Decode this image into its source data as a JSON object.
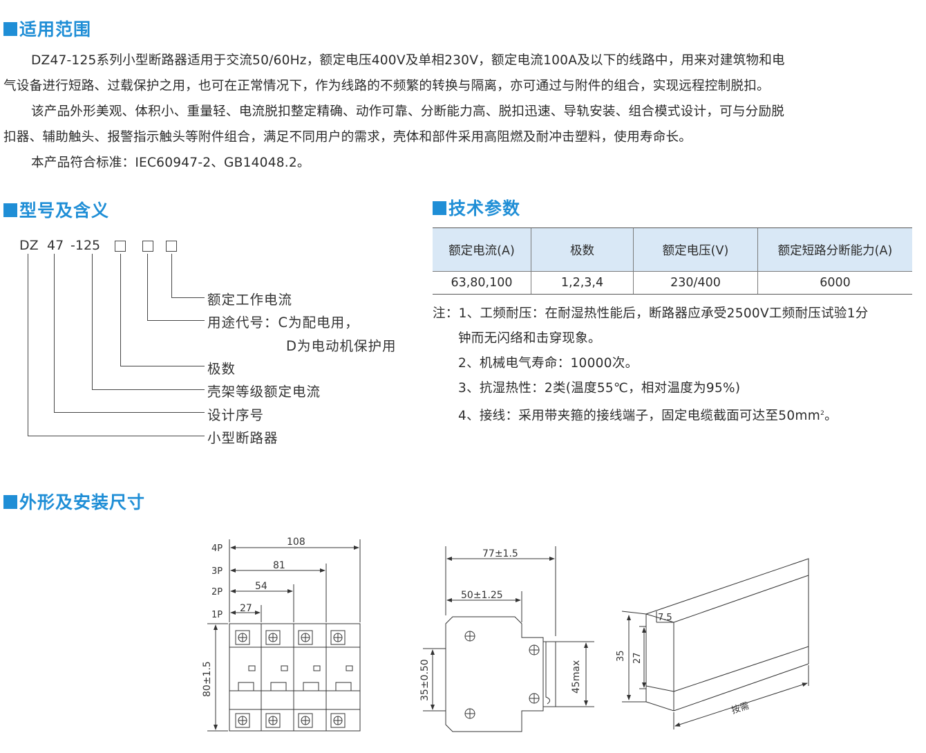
{
  "sections": {
    "scope_title": "适用范围",
    "model_title": "型号及含义",
    "tech_title": "技术参数",
    "dims_title": "外形及安装尺寸"
  },
  "scope": {
    "p1_line1": "DZ47-125系列小型断路器适用于交流50/60Hz，额定电压400V及单相230V，额定电流100A及以下的线路中，用来对建筑物和电",
    "p1_line2": "气设备进行短路、过载保护之用，也可在正常情况下，作为线路的不频繁的转换与隔离，亦可通过与附件的组合，实现远程控制脱扣。",
    "p2_line1": "该产品外形美观、体积小、重量轻、电流脱扣整定精确、动作可靠、分断能力高、脱扣迅速、导轨安装、组合模式设计，可与分励脱",
    "p2_line2": "扣器、辅助触头、报警指示触头等附件组合，满足不同用户的需求，壳体和部件采用高阻燃及耐冲击塑料，使用寿命长。",
    "p3": "本产品符合标准：IEC60947-2、GB14048.2。"
  },
  "model": {
    "code_dz": "DZ",
    "code_47": "47",
    "code_125": "-125",
    "labels": {
      "rated_current": "额定工作电流",
      "usage_code": "用途代号：C为配电用，",
      "usage_code_d": "D为电动机保护用",
      "poles": "极数",
      "frame_current": "壳架等级额定电流",
      "design_no": "设计序号",
      "breaker": "小型断路器"
    }
  },
  "spec_table": {
    "headers": [
      "额定电流(A)",
      "极数",
      "额定电压(V)",
      "额定短路分断能力(A)"
    ],
    "rows": [
      [
        "63,80,100",
        "1,2,3,4",
        "230/400",
        "6000"
      ]
    ]
  },
  "notes": {
    "n1_line1": "注：1、工频耐压：在耐湿热性能后，断路器应承受2500V工频耐压试验1分",
    "n1_line2": "钟而无闪络和击穿现象。",
    "n2": "2、机械电气寿命：10000次。",
    "n3": "3、抗湿热性：2类(温度55℃，相对温度为95%)",
    "n4_pre": "4、接线：采用带夹箍的接线端子，固定电缆截面可达至50mm",
    "n4_sup": "2",
    "n4_post": "。"
  },
  "dims": {
    "front": {
      "w108": "108",
      "w81": "81",
      "w54": "54",
      "w27": "27",
      "p4": "4P",
      "p3": "3P",
      "p2": "2P",
      "p1": "1P",
      "h80": "80±1.5"
    },
    "side": {
      "w77": "77±1.5",
      "w50": "50±1.25",
      "h35": "35±0.50",
      "h45": "45max"
    },
    "rail": {
      "d75": "7.5",
      "h35": "35",
      "h27": "27",
      "len": "按需"
    }
  }
}
